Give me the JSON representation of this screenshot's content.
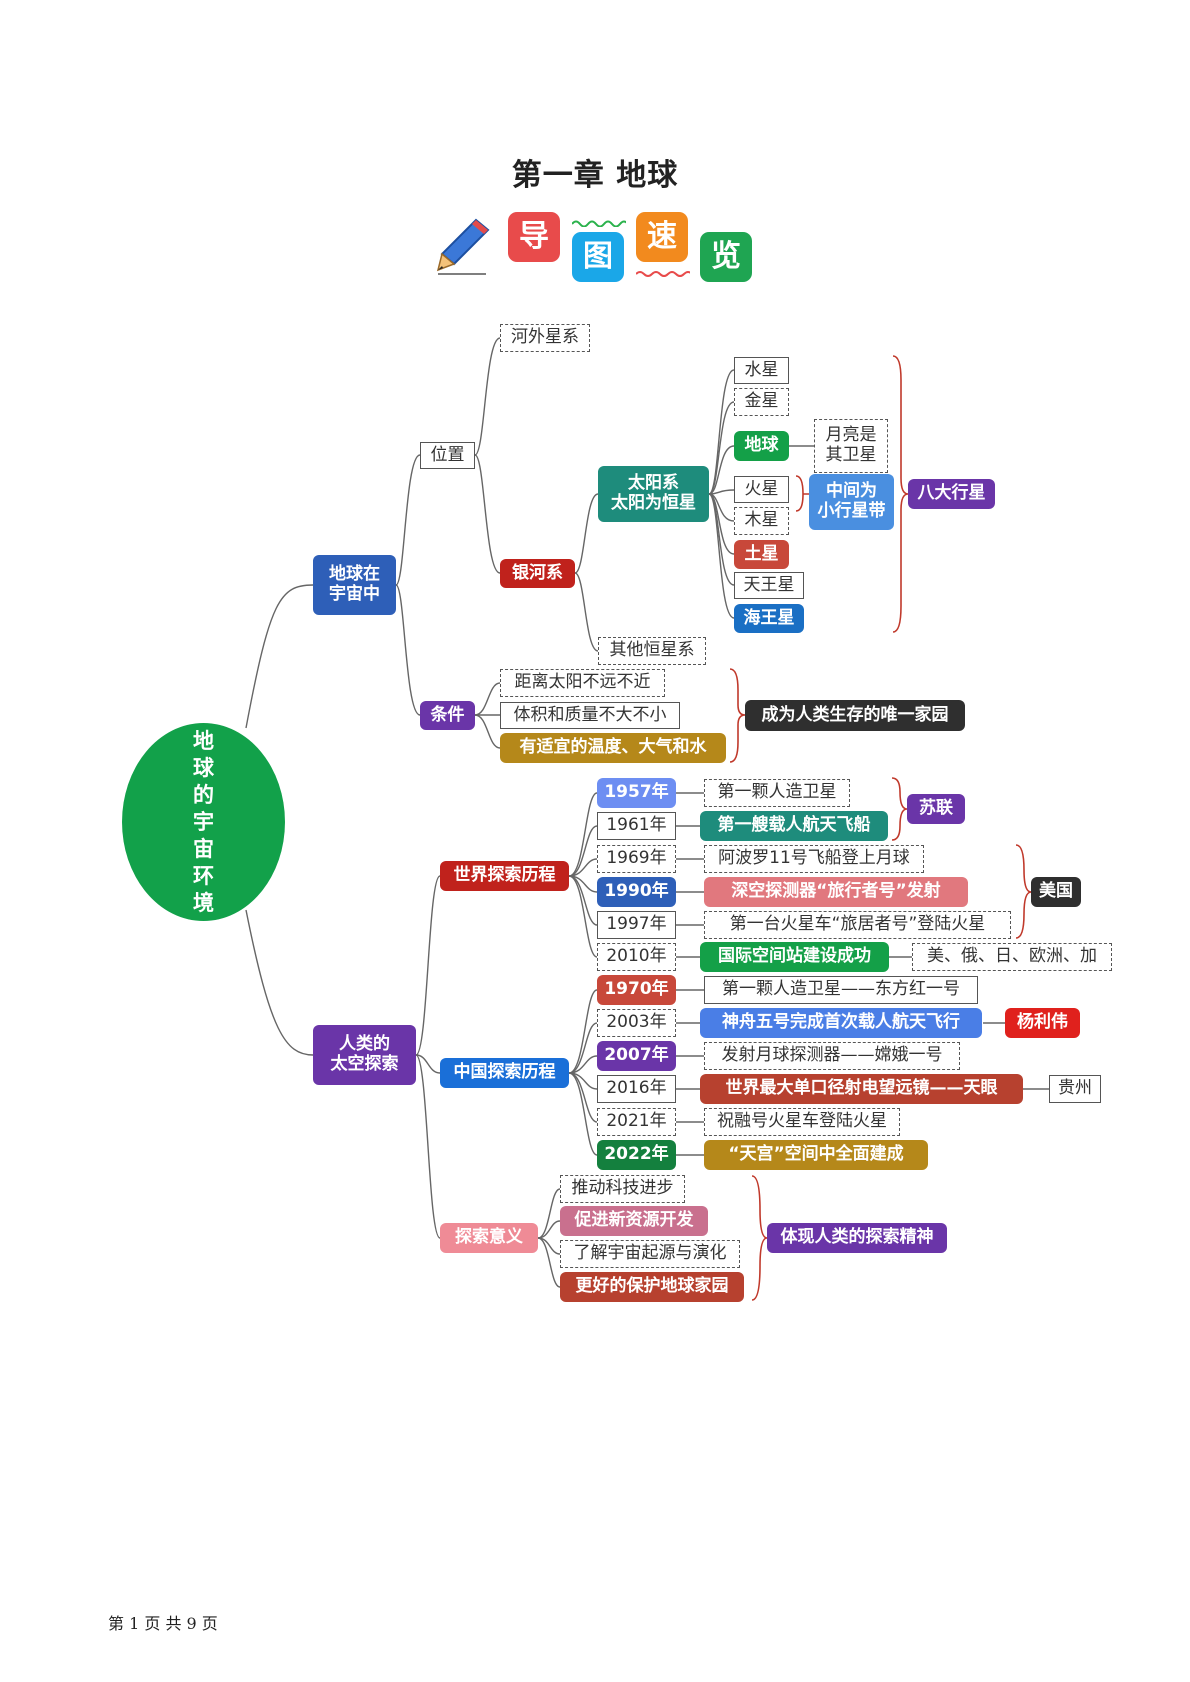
{
  "title": "第一章  地球",
  "badges": [
    "导",
    "图",
    "速",
    "览"
  ],
  "root": "地球的宇宙环境",
  "branch1": {
    "title": [
      "地球在",
      "宇宙中"
    ],
    "position": "位置",
    "extragalactic": "河外星系",
    "milkyway": "银河系",
    "solar": [
      "太阳系",
      "太阳为恒星"
    ],
    "other_star_systems": "其他恒星系",
    "planets": [
      "水星",
      "金星",
      "地球",
      "火星",
      "木星",
      "土星",
      "天王星",
      "海王星"
    ],
    "moon_note": [
      "月亮是",
      "其卫星"
    ],
    "asteroid_belt": [
      "中间为",
      "小行星带"
    ],
    "eight_planets": "八大行星",
    "conditions": "条件",
    "condition_items": [
      "距离太阳不远不近",
      "体积和质量不大不小",
      "有适宜的温度、大气和水"
    ],
    "condition_result": "成为人类生存的唯一家园"
  },
  "branch2": {
    "title": [
      "人类的",
      "太空探索"
    ],
    "world": {
      "label": "世界探索历程",
      "events": [
        {
          "year": "1957年",
          "event": "第一颗人造卫星"
        },
        {
          "year": "1961年",
          "event": "第一艘载人航天飞船"
        },
        {
          "year": "1969年",
          "event": "阿波罗11号飞船登上月球"
        },
        {
          "year": "1990年",
          "event": "深空探测器“旅行者号”发射"
        },
        {
          "year": "1997年",
          "event": "第一台火星车“旅居者号”登陆火星"
        },
        {
          "year": "2010年",
          "event": "国际空间站建设成功",
          "extra": "美、俄、日、欧洲、加"
        }
      ],
      "ussr": "苏联",
      "usa": "美国"
    },
    "china": {
      "label": "中国探索历程",
      "events": [
        {
          "year": "1970年",
          "event": "第一颗人造卫星——东方红一号"
        },
        {
          "year": "2003年",
          "event": "神舟五号完成首次载人航天飞行",
          "extra": "杨利伟"
        },
        {
          "year": "2007年",
          "event": "发射月球探测器——嫦娥一号"
        },
        {
          "year": "2016年",
          "event": "世界最大单口径射电望远镜——天眼",
          "extra": "贵州"
        },
        {
          "year": "2021年",
          "event": "祝融号火星车登陆火星"
        },
        {
          "year": "2022年",
          "event": "“天宫”空间中全面建成"
        }
      ]
    },
    "meaning": {
      "label": "探索意义",
      "items": [
        "推动科技进步",
        "促进新资源开发",
        "了解宇宙起源与演化",
        "更好的保护地球家园"
      ],
      "result": "体现人类的探索精神"
    }
  },
  "footer": "第 1 页 共 9 页"
}
